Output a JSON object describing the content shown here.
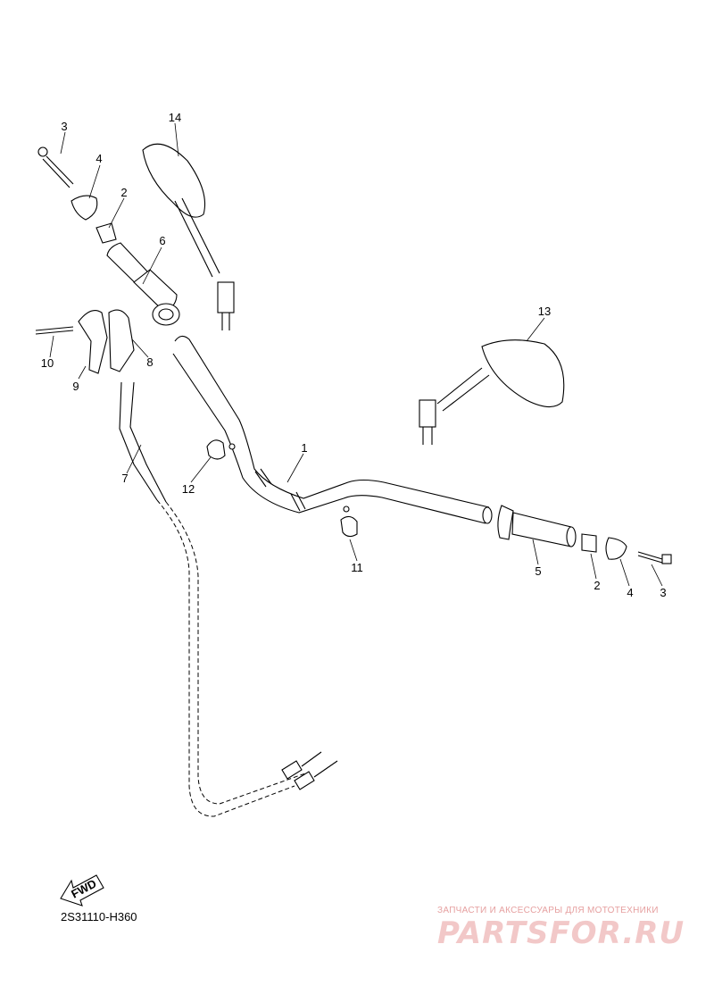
{
  "diagram": {
    "code": "2S31110-H360",
    "fwd_label": "FWD",
    "callouts": [
      {
        "id": "c1",
        "label": "1"
      },
      {
        "id": "c2a",
        "label": "2"
      },
      {
        "id": "c2b",
        "label": "2"
      },
      {
        "id": "c3a",
        "label": "3"
      },
      {
        "id": "c3b",
        "label": "3"
      },
      {
        "id": "c4a",
        "label": "4"
      },
      {
        "id": "c4b",
        "label": "4"
      },
      {
        "id": "c5",
        "label": "5"
      },
      {
        "id": "c6",
        "label": "6"
      },
      {
        "id": "c7",
        "label": "7"
      },
      {
        "id": "c8",
        "label": "8"
      },
      {
        "id": "c9",
        "label": "9"
      },
      {
        "id": "c10",
        "label": "10"
      },
      {
        "id": "c11",
        "label": "11"
      },
      {
        "id": "c12",
        "label": "12"
      },
      {
        "id": "c13",
        "label": "13"
      },
      {
        "id": "c14",
        "label": "14"
      }
    ]
  },
  "watermark": {
    "tagline": "ЗАПЧАСТИ И АКСЕССУАРЫ ДЛЯ МОТОТЕХНИКИ",
    "brand": "PARTSFOR.RU"
  }
}
